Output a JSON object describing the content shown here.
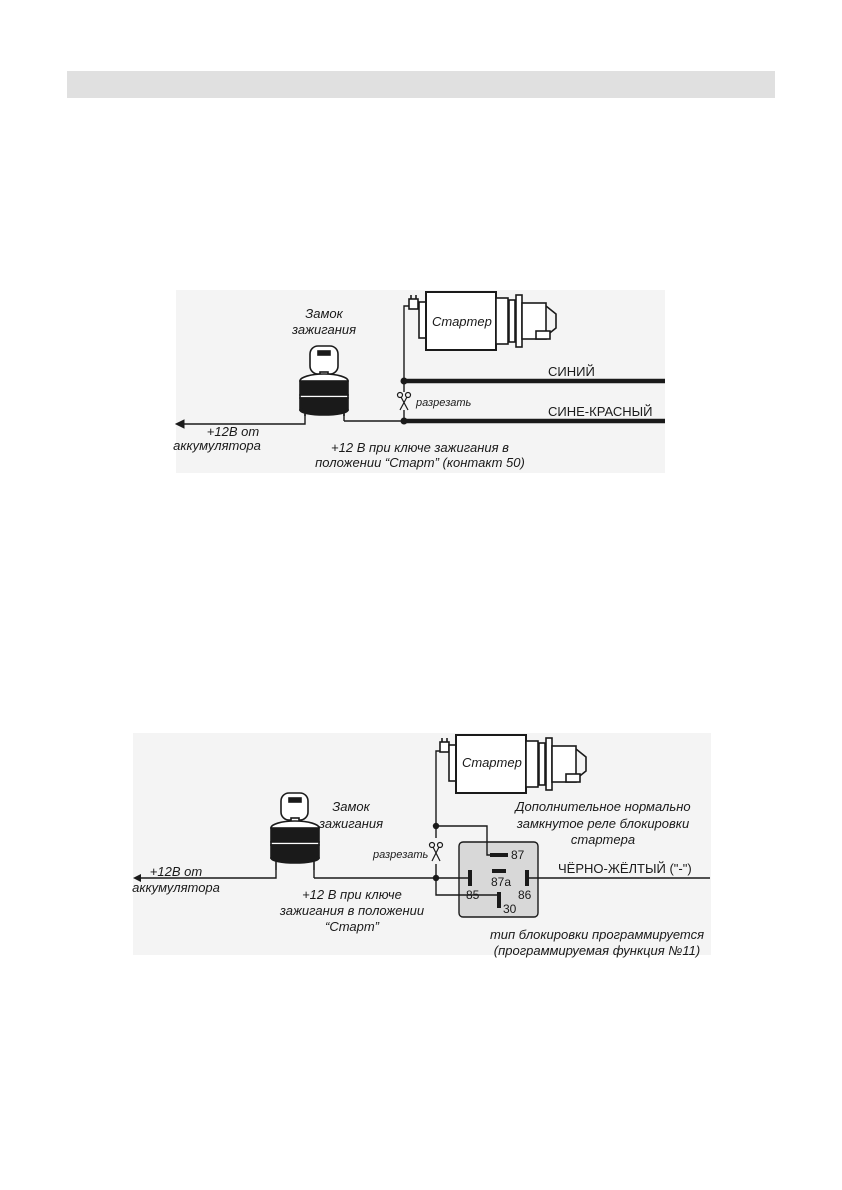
{
  "diagram1": {
    "starter_label": "Стартер",
    "lock_label_line1": "Замок",
    "lock_label_line2": "зажигания",
    "wire_blue": "СИНИЙ",
    "wire_blue_red": "СИНЕ-КРАСНЫЙ",
    "cut_label": "разрезать",
    "battery_line1": "+12В от",
    "battery_line2": "аккумулятора",
    "key_start_line1": "+12 В при ключе зажигания в",
    "key_start_line2": "положении “Старт” (контакт 50)"
  },
  "diagram2": {
    "starter_label": "Стартер",
    "lock_label_line1": "Замок",
    "lock_label_line2": "зажигания",
    "relay_desc_line1": "Дополнительное нормально",
    "relay_desc_line2": "замкнутое реле блокировки",
    "relay_desc_line3": "стартера",
    "cut_label": "разрезать",
    "battery_line1": "+12В от",
    "battery_line2": "аккумулятора",
    "wire_black_yellow": "ЧЁРНО-ЖЁЛТЫЙ (\"-\")",
    "key_start_line1": "+12 В при ключе",
    "key_start_line2": "зажигания в положении",
    "key_start_line3": "“Старт”",
    "relay_pins": {
      "p87": "87",
      "p87a": "87a",
      "p85": "85",
      "p86": "86",
      "p30": "30"
    },
    "program_line1": "тип блокировки программируется",
    "program_line2": "(программируемая функция №11)"
  },
  "colors": {
    "wire": "#1a1a1a",
    "panel": "#f4f4f4",
    "relay_box": "#d8d8d8",
    "header": "#e0e0e0"
  }
}
